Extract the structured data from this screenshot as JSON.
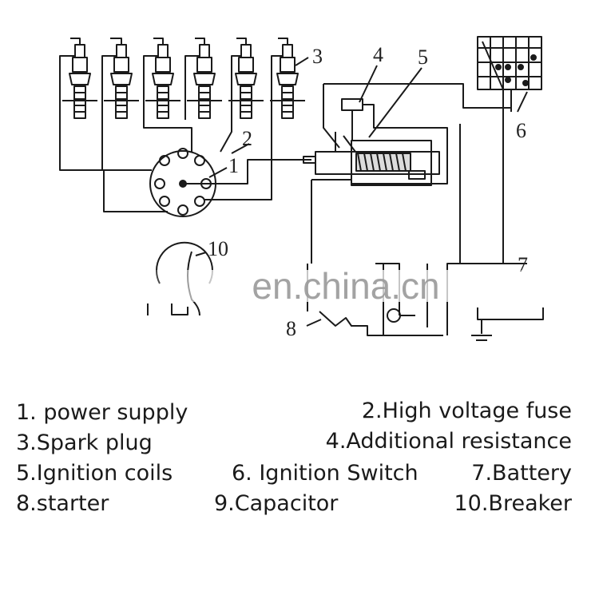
{
  "diagram": {
    "callouts": [
      "1",
      "2",
      "3",
      "4",
      "5",
      "6",
      "7",
      "8",
      "10"
    ]
  },
  "watermark": {
    "text": "en.china.cn"
  },
  "legend": {
    "items": [
      "1. power supply",
      "2.High voltage fuse",
      "3.Spark plug",
      "4.Additional resistance",
      "5.Ignition coils",
      "6. Ignition Switch",
      "7.Battery",
      "8.starter",
      "9.Capacitor",
      "10.Breaker"
    ]
  },
  "colors": {
    "ink": "#1a1a1a",
    "background": "#ffffff"
  }
}
